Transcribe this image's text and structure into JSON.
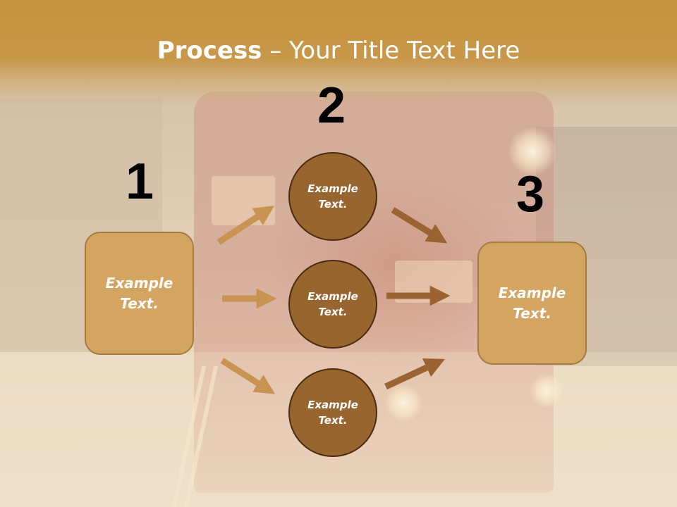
{
  "slide": {
    "title_bold": "Process",
    "title_rest": " – Your Title Text Here"
  },
  "steps": {
    "num_1": "1",
    "num_2": "2",
    "num_3": "3"
  },
  "boxes": {
    "left": "Example\nText.",
    "right": "Example\nText."
  },
  "circles": {
    "top": "Example\nText.",
    "middle": "Example\nText.",
    "bottom": "Example\nText."
  },
  "colors": {
    "header": "#c4923f",
    "box_fill": "#d4a560",
    "circle_fill": "#99652f",
    "arrow_light": "#c99451",
    "arrow_dark": "#9a6331"
  },
  "background_image": "london-double-decker-bus-night-photo"
}
